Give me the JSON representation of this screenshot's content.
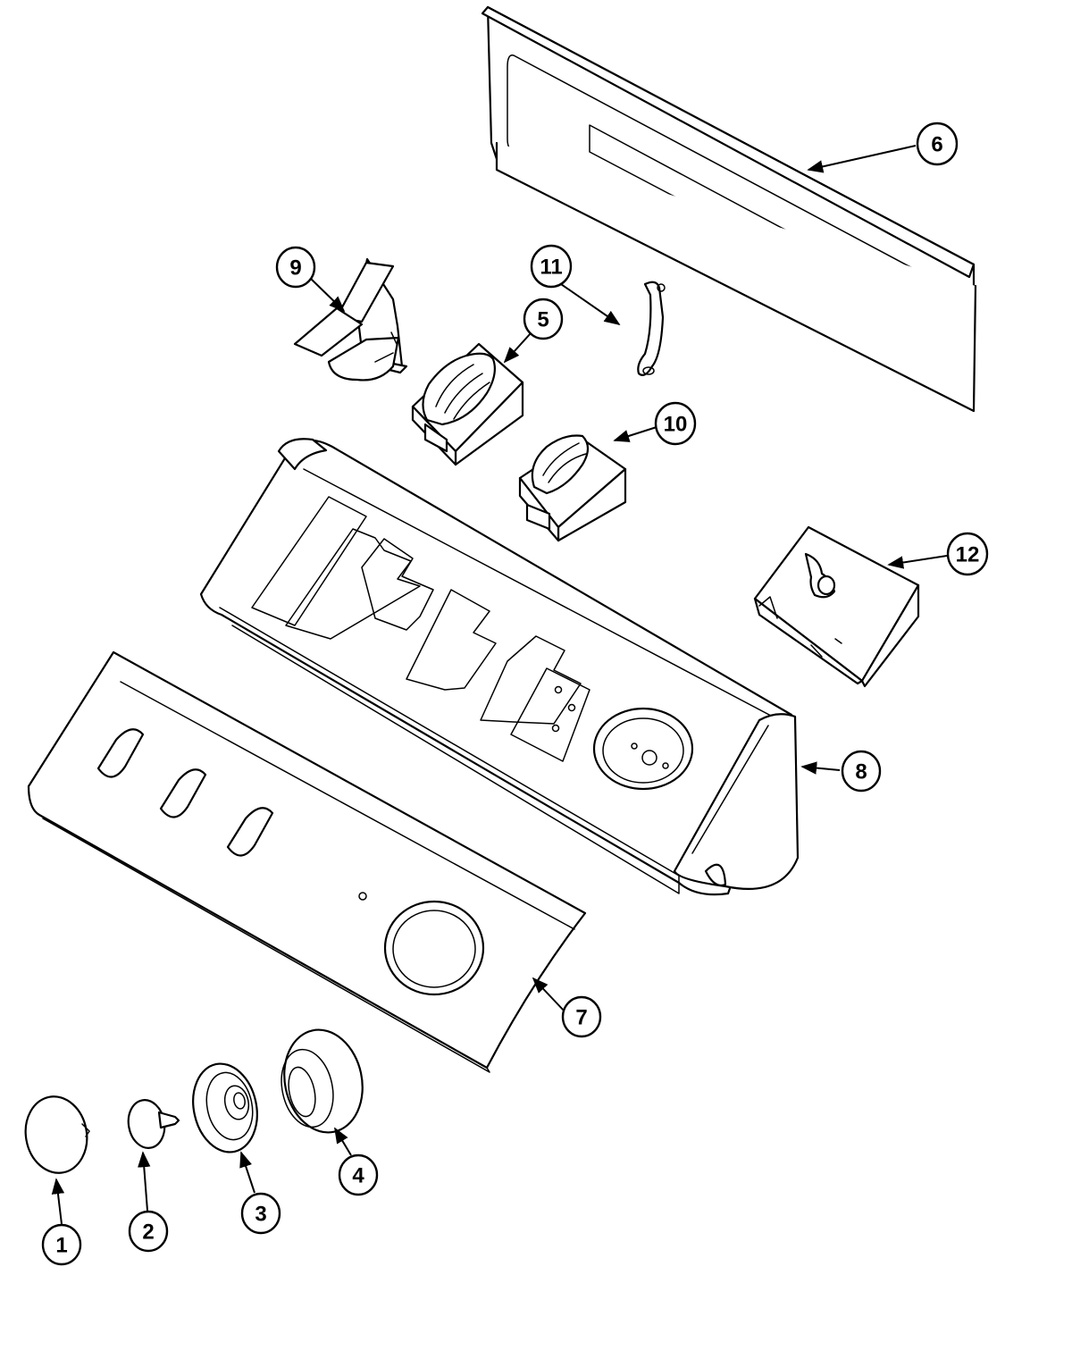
{
  "callouts": {
    "c1": "1",
    "c2": "2",
    "c3": "3",
    "c4": "4",
    "c5": "5",
    "c6": "6",
    "c7": "7",
    "c8": "8",
    "c9": "9",
    "c10": "10",
    "c11": "11",
    "c12": "12"
  },
  "parts": [
    {
      "number": "1",
      "icon": "round-cap-icon"
    },
    {
      "number": "2",
      "icon": "push-pin-icon"
    },
    {
      "number": "3",
      "icon": "bezel-ring-icon"
    },
    {
      "number": "4",
      "icon": "knob-icon"
    },
    {
      "number": "5",
      "icon": "rotary-switch-icon"
    },
    {
      "number": "6",
      "icon": "rear-panel-icon"
    },
    {
      "number": "7",
      "icon": "front-panel-icon"
    },
    {
      "number": "8",
      "icon": "console-housing-icon"
    },
    {
      "number": "9",
      "icon": "bracket-switch-icon"
    },
    {
      "number": "10",
      "icon": "rotary-switch-small-icon"
    },
    {
      "number": "11",
      "icon": "tube-icon"
    },
    {
      "number": "12",
      "icon": "timer-icon"
    }
  ],
  "colors": {
    "line": "#000000",
    "background": "#ffffff"
  }
}
